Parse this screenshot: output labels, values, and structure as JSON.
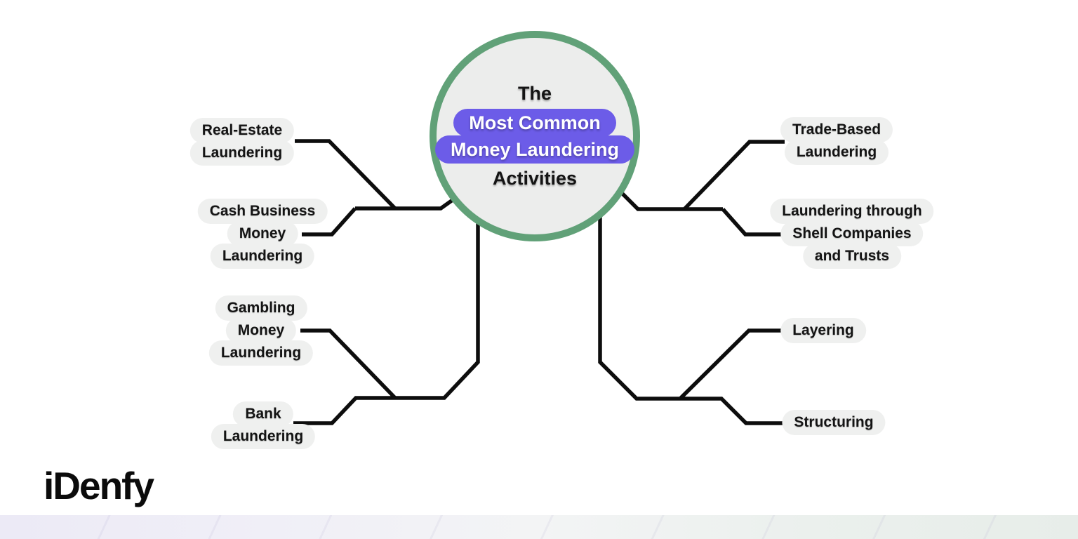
{
  "infographic": {
    "center": {
      "pre": "The",
      "highlight_line1": "Most Common",
      "highlight_line2": "Money Laundering",
      "post": "Activities"
    },
    "nodes_left": [
      {
        "id": "real-estate-laundering",
        "lines": [
          "Real-Estate",
          "Laundering"
        ]
      },
      {
        "id": "cash-business-money-laundering",
        "lines": [
          "Cash Business",
          "Money",
          "Laundering"
        ]
      },
      {
        "id": "gambling-money-laundering",
        "lines": [
          "Gambling",
          "Money",
          "Laundering"
        ]
      },
      {
        "id": "bank-laundering",
        "lines": [
          "Bank",
          "Laundering"
        ]
      }
    ],
    "nodes_right": [
      {
        "id": "trade-based-laundering",
        "lines": [
          "Trade-Based",
          "Laundering"
        ]
      },
      {
        "id": "shell-companies-trusts",
        "lines": [
          "Laundering through",
          "Shell Companies",
          "and Trusts"
        ]
      },
      {
        "id": "layering",
        "lines": [
          "Layering"
        ]
      },
      {
        "id": "structuring",
        "lines": [
          "Structuring"
        ]
      }
    ],
    "brand": {
      "logo_text": "iDenfy"
    },
    "colors": {
      "accent_purple": "#6c5ce8",
      "ring_green": "#61a178",
      "circle_fill": "#ecedec",
      "bubble_gray": "#eff0ef",
      "line_black": "#0d0d0d",
      "strip_left": "#eceaf6",
      "strip_right": "#e7ede9"
    }
  }
}
